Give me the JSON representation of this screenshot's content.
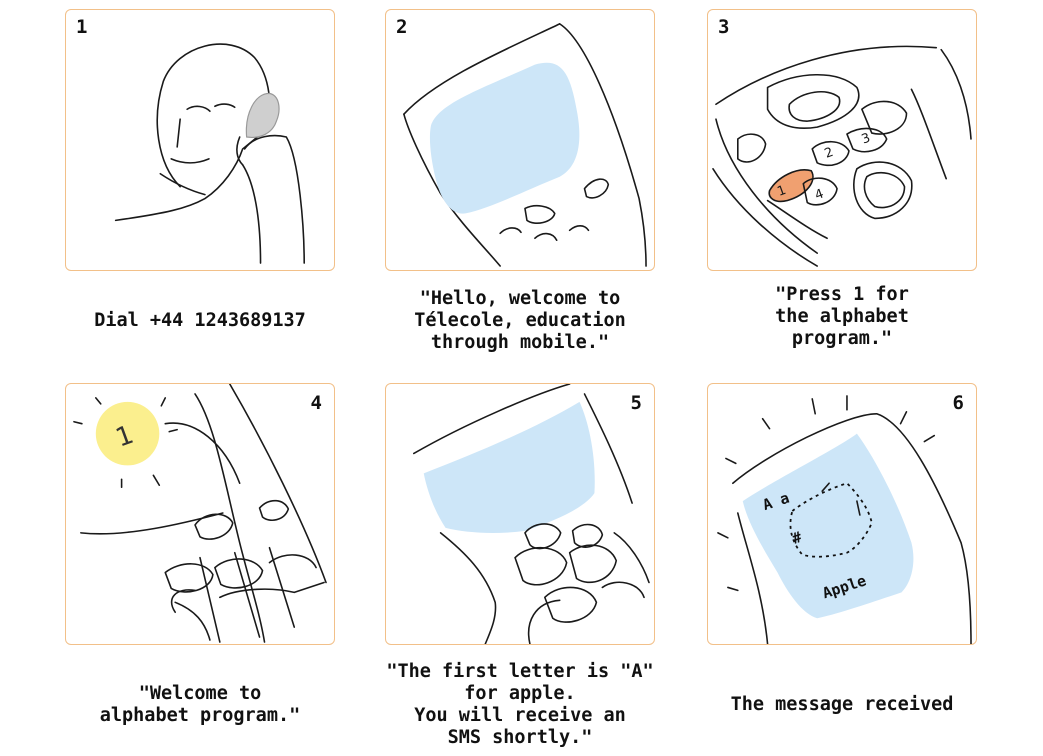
{
  "steps": [
    {
      "number": "1",
      "caption": [
        "Dial +44 1243689137"
      ]
    },
    {
      "number": "2",
      "caption": [
        "\"Hello, welcome to",
        "Télecole, education",
        "through mobile.\""
      ]
    },
    {
      "number": "3",
      "caption": [
        "\"Press 1 for",
        "the alphabet",
        "program.\""
      ]
    },
    {
      "number": "4",
      "caption": [
        "\"Welcome to",
        "alphabet program.\""
      ]
    },
    {
      "number": "5",
      "caption": [
        "\"The first letter is \"A\"",
        "for apple.",
        "You will receive an",
        "SMS shortly.\""
      ]
    },
    {
      "number": "6",
      "caption": [
        "The message received"
      ]
    }
  ],
  "keypad_labels": {
    "key1": "1",
    "key2": "2",
    "key3": "3",
    "key4": "4"
  },
  "sun_label": "1",
  "sms_text": {
    "letters": "A a",
    "symbol": "#",
    "word": "Apple"
  },
  "colors": {
    "border": "#f2c089",
    "screen": "#cde6f8",
    "highlight_key": "#f0a070",
    "sun": "#fbef8e",
    "ear": "#cfcfcf"
  }
}
